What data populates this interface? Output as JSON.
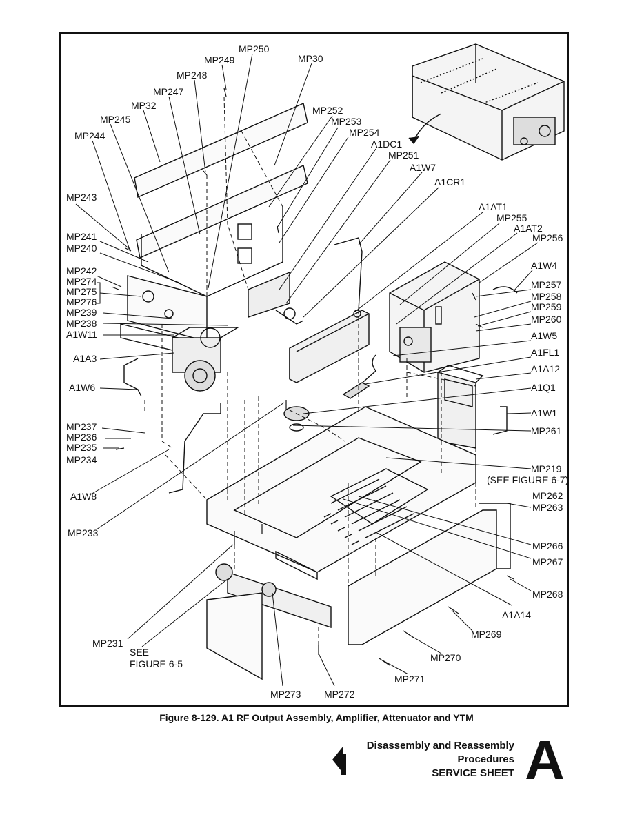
{
  "caption": "Figure 8-129. A1 RF Output Assembly, Amplifier, Attenuator and YTM",
  "footer": {
    "line1": "Disassembly and Reassembly",
    "line2": "Procedures",
    "line3": "SERVICE SHEET",
    "sheet_letter": "A"
  },
  "callouts": {
    "mp250": "MP250",
    "mp249": "MP249",
    "mp30": "MP30",
    "mp248": "MP248",
    "mp247": "MP247",
    "mp32": "MP32",
    "mp245": "MP245",
    "mp244": "MP244",
    "mp252": "MP252",
    "mp253": "MP253",
    "mp254": "MP254",
    "a1dc1": "A1DC1",
    "mp251": "MP251",
    "a1w7": "A1W7",
    "a1cr1": "A1CR1",
    "mp243": "MP243",
    "a1at1": "A1AT1",
    "mp255": "MP255",
    "a1at2": "A1AT2",
    "mp241": "MP241",
    "mp256": "MP256",
    "mp240": "MP240",
    "mp242": "MP242",
    "a1w4": "A1W4",
    "mp274": "MP274",
    "mp275": "MP275",
    "mp276": "MP276",
    "mp257": "MP257",
    "mp258": "MP258",
    "mp259": "MP259",
    "mp239": "MP239",
    "mp260": "MP260",
    "mp238": "MP238",
    "a1w11": "A1W11",
    "a1w5": "A1W5",
    "a1a3": "A1A3",
    "a1fl1": "A1FL1",
    "a1a12": "A1A12",
    "a1w6": "A1W6",
    "a1q1": "A1Q1",
    "a1w1": "A1W1",
    "mp237": "MP237",
    "mp236": "MP236",
    "mp261": "MP261",
    "mp235": "MP235",
    "mp234": "MP234",
    "mp219": "MP219",
    "see_fig_67": "(SEE FIGURE 6-7)",
    "mp262": "MP262",
    "mp263": "MP263",
    "a1w8": "A1W8",
    "mp233": "MP233",
    "mp266": "MP266",
    "mp267": "MP267",
    "mp268": "MP268",
    "a1a14": "A1A14",
    "mp269": "MP269",
    "mp231": "MP231",
    "see": "SEE",
    "figure65": "FIGURE 6-5",
    "mp270": "MP270",
    "mp271": "MP271",
    "mp273": "MP273",
    "mp272": "MP272"
  }
}
